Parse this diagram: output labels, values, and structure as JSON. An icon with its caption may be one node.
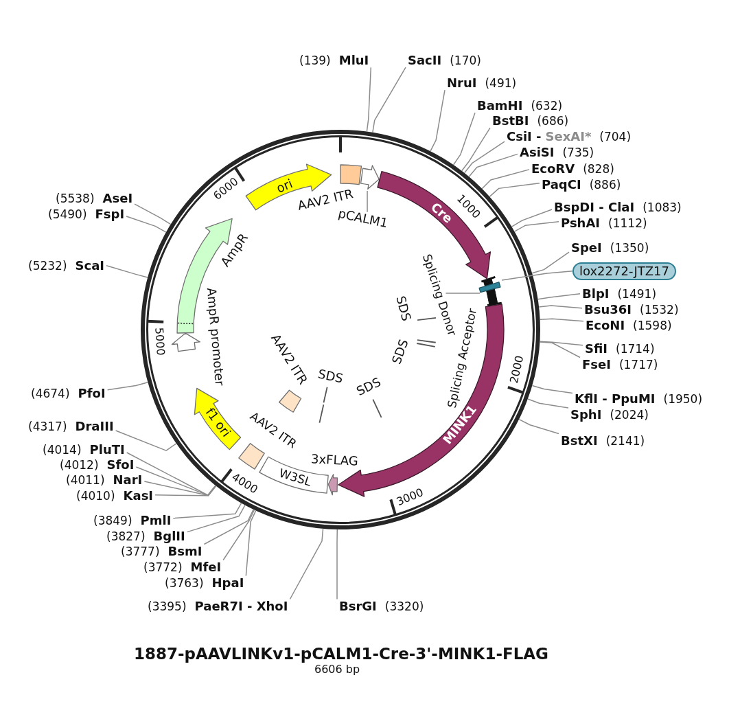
{
  "diagram": {
    "title": "1887-pAAVLINKv1-pCALM1-Cre-3'-MINK1-FLAG",
    "caption": "6606 bp",
    "nodes": [
      {
        "text": [
          "(139)",
          "MluI"
        ]
      },
      {
        "text": [
          "SacII",
          "(170)"
        ]
      },
      {
        "text": [
          "NruI",
          "(491)"
        ]
      },
      {
        "text": [
          "BamHI",
          "(632)"
        ]
      },
      {
        "text": [
          "BstBI",
          "(686)"
        ]
      },
      {
        "text": [
          "CsiI -",
          "SexAI*",
          "(704)"
        ]
      },
      {
        "text": [
          "AsiSI",
          "(735)"
        ]
      },
      {
        "text": [
          "EcoRV",
          "(828)"
        ]
      },
      {
        "text": [
          "PaqCI",
          "(886)"
        ]
      },
      {
        "text": [
          "BspDI - ClaI",
          "(1083)"
        ]
      },
      {
        "text": [
          "PshAI",
          "(1112)"
        ]
      },
      {
        "text": [
          "SpeI",
          "(1350)"
        ]
      },
      {
        "text": [
          "lox2272-JTZ17"
        ]
      },
      {
        "text": [
          "BlpI",
          "(1491)"
        ]
      },
      {
        "text": [
          "Bsu36I",
          "(1532)"
        ]
      },
      {
        "text": [
          "EcoNI",
          "(1598)"
        ]
      },
      {
        "text": [
          "SfiI",
          "(1714)"
        ]
      },
      {
        "text": [
          "FseI",
          "(1717)"
        ]
      },
      {
        "text": [
          "KflI - PpuMI",
          "(1950)"
        ]
      },
      {
        "text": [
          "SphI",
          "(2024)"
        ]
      },
      {
        "text": [
          "BstXI",
          "(2141)"
        ]
      },
      {
        "text": [
          "BsrGI",
          "(3320)"
        ]
      },
      {
        "text": [
          "(3395)",
          "PaeR7I - XhoI"
        ]
      },
      {
        "text": [
          "(3763)",
          "HpaI"
        ]
      },
      {
        "text": [
          "(3772)",
          "MfeI"
        ]
      },
      {
        "text": [
          "(3777)",
          "BsmI"
        ]
      },
      {
        "text": [
          "(3827)",
          "BglII"
        ]
      },
      {
        "text": [
          "(3849)",
          "PmlI"
        ]
      },
      {
        "text": [
          "(4010)",
          "KasI"
        ]
      },
      {
        "text": [
          "(4011)",
          "NarI"
        ]
      },
      {
        "text": [
          "(4012)",
          "SfoI"
        ]
      },
      {
        "text": [
          "(4014)",
          "PluTI"
        ]
      },
      {
        "text": [
          "(4317)",
          "DraIII"
        ]
      },
      {
        "text": [
          "(4674)",
          "PfoI"
        ]
      },
      {
        "text": [
          "(5232)",
          "ScaI"
        ]
      },
      {
        "text": [
          "(5490)",
          "FspI"
        ]
      },
      {
        "text": [
          "(5538)",
          "AseI"
        ]
      },
      {
        "text": [
          "AAV2 ITR"
        ]
      },
      {
        "text": [],
        "shape": "arrow"
      },
      {
        "text": [
          "pCALM1"
        ]
      },
      {
        "text": [
          "Cre"
        ]
      },
      {
        "text": [],
        "shape": "bar"
      },
      {
        "text": [],
        "shape": "box"
      },
      {
        "text": [
          "Splicing Donor"
        ]
      },
      {
        "text": [
          "MINK1"
        ]
      },
      {
        "text": [
          "3xFLAG"
        ]
      },
      {
        "text": [
          "W3SL"
        ]
      },
      {
        "text": [
          "AAV2 ITR"
        ]
      },
      {
        "text": [
          "f1 ori"
        ]
      },
      {
        "text": [
          "AmpR promoter"
        ]
      },
      {
        "text": [
          "AmpR"
        ]
      },
      {
        "text": [
          "ori"
        ]
      },
      {
        "text": [
          "AAV2 ITR"
        ]
      },
      {
        "text": [
          "SDS"
        ]
      },
      {
        "text": [
          "SDS"
        ]
      },
      {
        "text": [
          "SDS"
        ]
      },
      {
        "text": [
          "SDS"
        ]
      }
    ],
    "edges": [
      {
        "from": 0,
        "to": null,
        "arrow": "none"
      },
      {
        "from": 1,
        "to": null,
        "arrow": "none"
      },
      {
        "from": 2,
        "to": null,
        "arrow": "none"
      },
      {
        "from": 3,
        "to": null,
        "arrow": "none"
      },
      {
        "from": 4,
        "to": null,
        "arrow": "none"
      },
      {
        "from": 5,
        "to": null,
        "arrow": "none"
      },
      {
        "from": 6,
        "to": null,
        "arrow": "none"
      },
      {
        "from": 7,
        "to": null,
        "arrow": "none"
      },
      {
        "from": 8,
        "to": null,
        "arrow": "none"
      },
      {
        "from": 9,
        "to": null,
        "arrow": "none"
      },
      {
        "from": 10,
        "to": null,
        "arrow": "none"
      },
      {
        "from": 11,
        "to": null,
        "arrow": "none"
      },
      {
        "from": 13,
        "to": null,
        "arrow": "none"
      },
      {
        "from": 14,
        "to": null,
        "arrow": "none"
      },
      {
        "from": 15,
        "to": null,
        "arrow": "none"
      },
      {
        "from": 16,
        "to": null,
        "arrow": "none"
      },
      {
        "from": 17,
        "to": null,
        "arrow": "none"
      },
      {
        "from": 18,
        "to": null,
        "arrow": "none"
      },
      {
        "from": 19,
        "to": null,
        "arrow": "none"
      },
      {
        "from": 20,
        "to": null,
        "arrow": "none"
      },
      {
        "from": 21,
        "to": null,
        "arrow": "none"
      },
      {
        "from": 22,
        "to": null,
        "arrow": "none"
      },
      {
        "from": 23,
        "to": null,
        "arrow": "none"
      },
      {
        "from": 24,
        "to": null,
        "arrow": "none"
      },
      {
        "from": 25,
        "to": null,
        "arrow": "none"
      },
      {
        "from": 26,
        "to": null,
        "arrow": "none"
      },
      {
        "from": 27,
        "to": null,
        "arrow": "none"
      },
      {
        "from": 28,
        "to": null,
        "arrow": "none"
      },
      {
        "from": 29,
        "to": null,
        "arrow": "none"
      },
      {
        "from": 30,
        "to": null,
        "arrow": "none"
      },
      {
        "from": 31,
        "to": null,
        "arrow": "none"
      },
      {
        "from": 32,
        "to": null,
        "arrow": "none"
      },
      {
        "from": 33,
        "to": null,
        "arrow": "none"
      },
      {
        "from": 34,
        "to": null,
        "arrow": "none"
      },
      {
        "from": 35,
        "to": null,
        "arrow": "none"
      },
      {
        "from": 36,
        "to": null,
        "arrow": "none"
      },
      {
        "from": 12,
        "to": 42,
        "arrow": "none"
      },
      {
        "from": 39,
        "to": 38,
        "arrow": "none"
      },
      {
        "from": 43,
        "to": 41,
        "arrow": "none"
      }
    ],
    "labels": [
      "6000",
      "1000",
      "Splicing Acceptor",
      "5000",
      "2000",
      "4000",
      "3000"
    ]
  }
}
